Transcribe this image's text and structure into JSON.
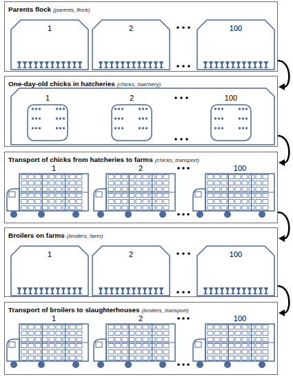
{
  "diagram": {
    "nodes": [
      {
        "text": [
          "Parents flock",
          "(parents_flock)"
        ]
      },
      {
        "text": [
          "One-day-old chicks in hatcheries",
          "(chicks_hatchery)"
        ]
      },
      {
        "text": [
          "Transport of chicks from hatcheries to farms",
          "(chicks_transport)"
        ]
      },
      {
        "text": [
          "Broilers on farms",
          "(broilers_farm)"
        ]
      },
      {
        "text": [
          "Transport of broilers to slaughterhouses",
          "(broilers_transport)"
        ]
      }
    ],
    "edges": [
      {
        "from": 0,
        "to": 1,
        "arrow": "to"
      },
      {
        "from": 1,
        "to": 2,
        "arrow": "to"
      },
      {
        "from": 2,
        "to": 3,
        "arrow": "to"
      },
      {
        "from": 3,
        "to": 4,
        "arrow": "to"
      }
    ],
    "labels": [
      "1",
      "2",
      "100",
      "1",
      "2",
      "100",
      "1",
      "2",
      "100",
      "1",
      "2",
      "100",
      "1",
      "2",
      "100"
    ]
  }
}
